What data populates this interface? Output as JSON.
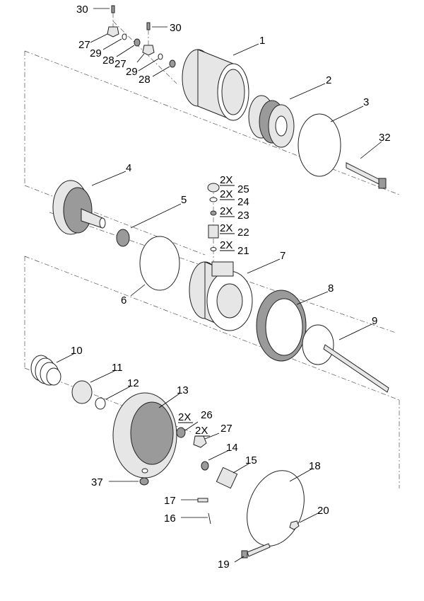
{
  "callouts": {
    "c30a": "30",
    "c30b": "30",
    "c27a": "27",
    "c29a": "29",
    "c28a": "28",
    "c27b": "27",
    "c29b": "29",
    "c28b": "28",
    "c1": "1",
    "c2": "2",
    "c3": "3",
    "c32": "32",
    "c4": "4",
    "c5": "5",
    "c6": "6",
    "c7": "7",
    "c8": "8",
    "c9": "9",
    "c25": "25",
    "c24": "24",
    "c23": "23",
    "c22": "22",
    "c21": "21",
    "c10": "10",
    "c11": "11",
    "c12": "12",
    "c13": "13",
    "c26": "26",
    "c27c": "27",
    "c14": "14",
    "c15": "15",
    "c18": "18",
    "c37": "37",
    "c17": "17",
    "c20": "20",
    "c16": "16",
    "c19": "19"
  },
  "quantity_label": "2X"
}
